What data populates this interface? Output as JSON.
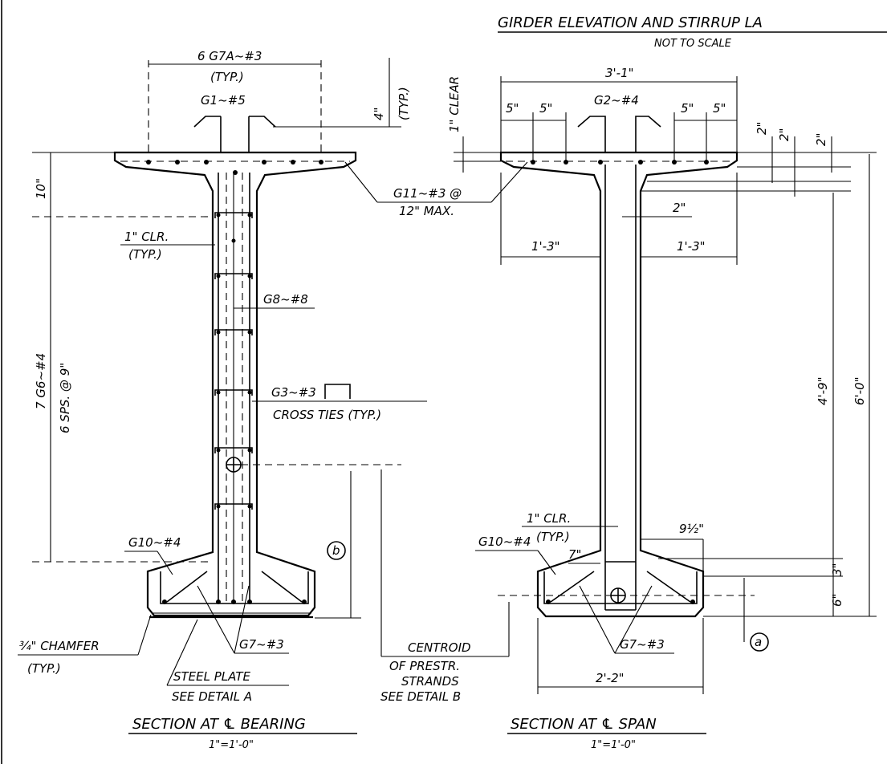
{
  "header": {
    "title": "GIRDER ELEVATION AND STIRRUP LA",
    "subtitle": "NOT TO SCALE"
  },
  "left_section": {
    "title": "SECTION AT ℄ BEARING",
    "scale": "1\"=1'-0\"",
    "labels": {
      "g7a": "6 G7A~#3",
      "g7a_typ": "(TYP.)",
      "g1": "G1~#5",
      "dim_4in": "4\"",
      "dim_4in_typ": "(TYP.)",
      "dim_10in": "10\"",
      "clr": "1\" CLR.",
      "clr_typ": "(TYP.)",
      "g8": "G8~#8",
      "g6_count": "7 G6~#4",
      "g6_spacing": "6 SPS. @ 9\"",
      "g3": "G3~#3",
      "cross_ties": "CROSS TIES (TYP.)",
      "g10": "G10~#4",
      "b_marker": "b",
      "chamfer": "¾\" CHAMFER",
      "chamfer_typ": "(TYP.)",
      "g7": "G7~#3",
      "steel_plate": "STEEL PLATE",
      "see_detail_a": "SEE DETAIL A"
    }
  },
  "shared_labels": {
    "g11": "G11~#3 @",
    "g11_max": "12\" MAX.",
    "centroid_1": "CENTROID",
    "centroid_2": "OF PRESTR.",
    "centroid_3": "STRANDS",
    "centroid_4": "SEE DETAIL B"
  },
  "right_section": {
    "title": "SECTION AT ℄ SPAN",
    "scale": "1\"=1'-0\"",
    "labels": {
      "clear_1in": "1\" CLEAR",
      "width_top": "3'-1\"",
      "d5_1": "5\"",
      "d5_2": "5\"",
      "d5_3": "5\"",
      "d5_4": "5\"",
      "g2": "G2~#4",
      "d2_a": "2\"",
      "d2_b": "2\"",
      "d2_c": "2\"",
      "d2_web": "2\"",
      "d1_3_left": "1'-3\"",
      "d1_3_right": "1'-3\"",
      "d4_9": "4'-9\"",
      "d6_0": "6'-0\"",
      "clr": "1\" CLR.",
      "clr_typ": "(TYP.)",
      "d7": "7\"",
      "d9_5": "9½\"",
      "d3": "3\"",
      "d6": "6\"",
      "g10": "G10~#4",
      "g7": "G7~#3",
      "a_marker": "a",
      "width_bottom": "2'-2\""
    }
  }
}
